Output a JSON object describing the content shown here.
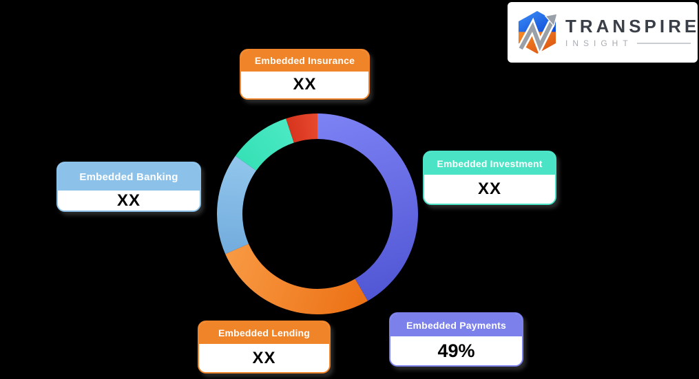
{
  "background_color": "#000000",
  "logo": {
    "brand": "TRANSPIRE",
    "sub_brand": "INSIGHT",
    "brand_color": "#3a3f47",
    "sub_color": "#a7abb2",
    "mark_blue": "#1565e8",
    "mark_orange": "#ee6a1d",
    "mark_gray": "#9aa0a8"
  },
  "chart_data": {
    "type": "donut",
    "title": "",
    "description": "Embedded finance market share by segment; only Embedded Payments value shown (49%), others are XX placeholders",
    "start_angle_deg": 0,
    "direction": "clockwise",
    "outer_radius_px": 146,
    "inner_radius_px": 109,
    "segments": [
      {
        "name": "Embedded Payments",
        "display_value": "49%",
        "sweep_deg": 150.0,
        "color_start": "#7d82f4",
        "color_end": "#5156d4"
      },
      {
        "name": "Embedded Lending",
        "display_value": "XX",
        "sweep_deg": 96.5,
        "color_start": "#ec7014",
        "color_end": "#f89a44"
      },
      {
        "name": "Embedded Banking",
        "display_value": "XX",
        "sweep_deg": 58.8,
        "color_start": "#72acdd",
        "color_end": "#92c6ec"
      },
      {
        "name": "Embedded Investment",
        "display_value": "XX",
        "sweep_deg": 36.4,
        "color_start": "#36e0b5",
        "color_end": "#4ae9c4"
      },
      {
        "name": "Embedded Insurance",
        "display_value": "XX",
        "sweep_deg": 18.3,
        "color_start": "#d6331d",
        "color_end": "#e84a2e"
      }
    ]
  },
  "callouts": [
    {
      "label": "Embedded Insurance",
      "value": "XX",
      "color": "#f08428"
    },
    {
      "label": "Embedded Investment",
      "value": "XX",
      "color": "#4ae3c5"
    },
    {
      "label": "Embedded Banking",
      "value": "XX",
      "color": "#8cc2ea"
    },
    {
      "label": "Embedded Payments",
      "value": "49%",
      "color": "#7b80eb"
    },
    {
      "label": "Embedded Lending",
      "value": "XX",
      "color": "#f08428"
    }
  ]
}
